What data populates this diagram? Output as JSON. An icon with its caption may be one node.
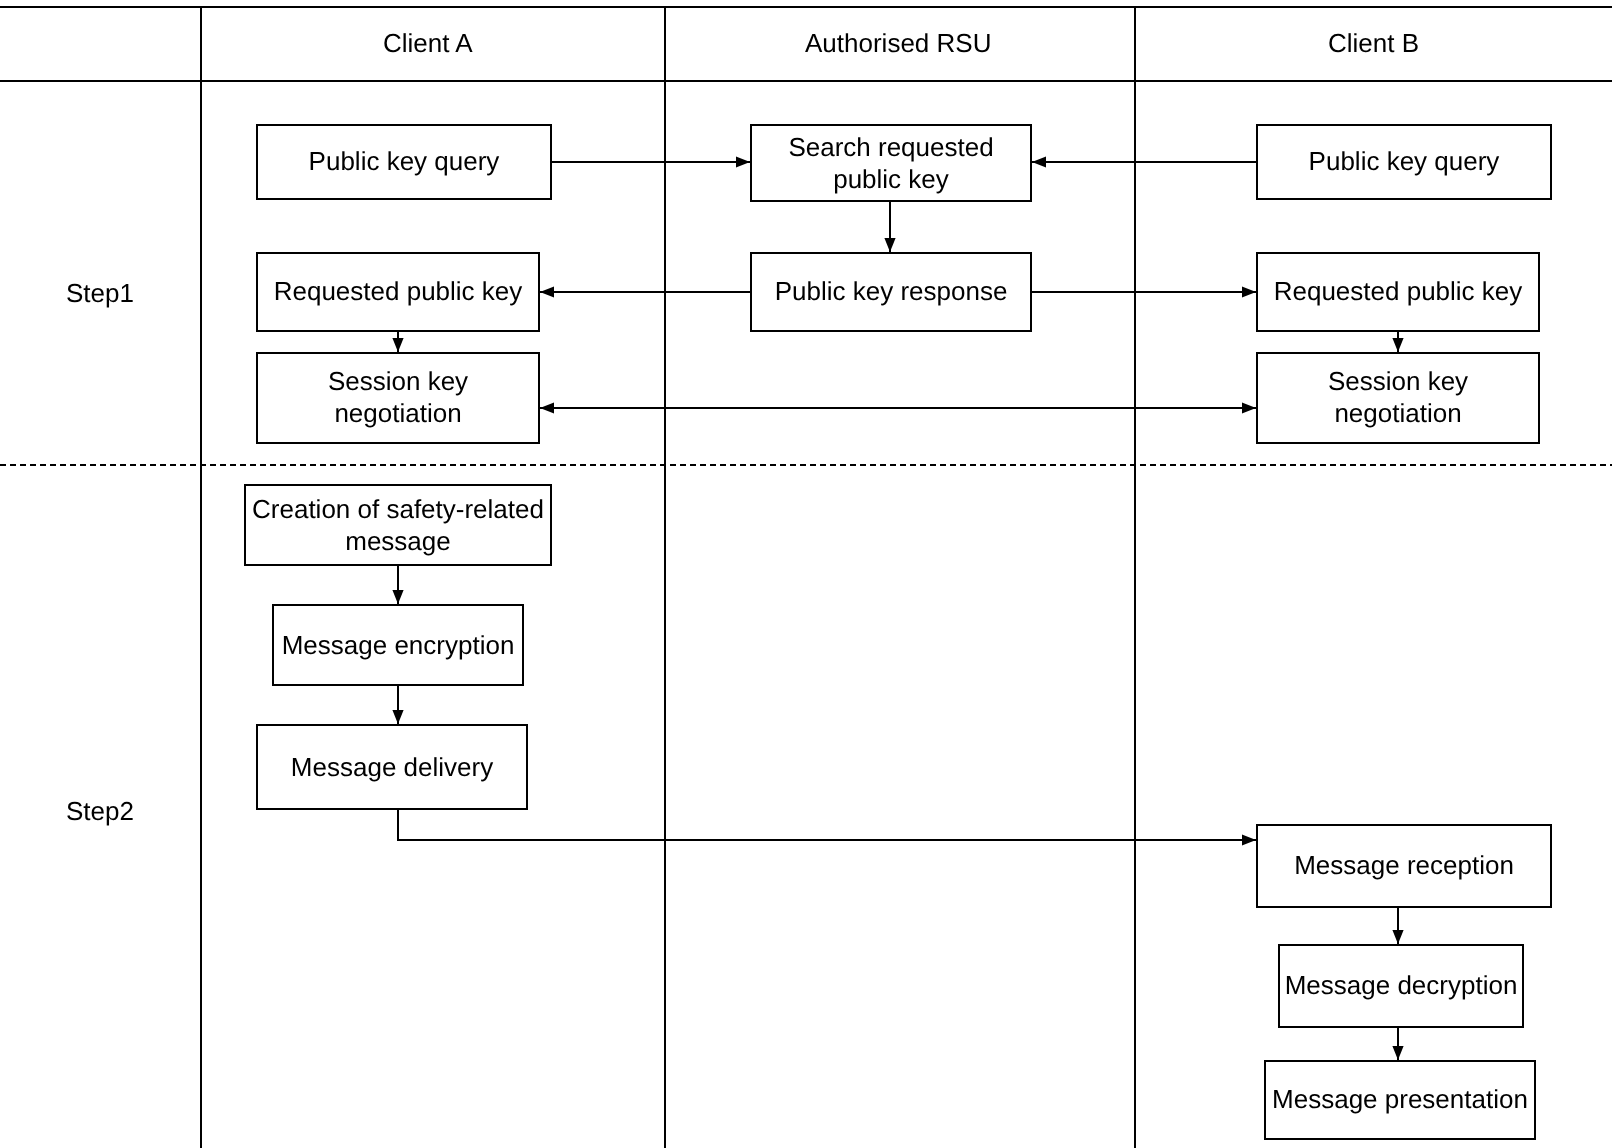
{
  "diagram": {
    "nodes": [
      {
        "text": [
          "Public key query"
        ]
      },
      {
        "text": [
          "Search requested public key"
        ]
      },
      {
        "text": [
          "Public key query"
        ]
      },
      {
        "text": [
          "Requested public key"
        ]
      },
      {
        "text": [
          "Public key response"
        ]
      },
      {
        "text": [
          "Requested public key"
        ]
      },
      {
        "text": [
          "Session key negotiation"
        ]
      },
      {
        "text": [
          "Session key negotiation"
        ]
      },
      {
        "text": [
          "Creation of safety-related message"
        ]
      },
      {
        "text": [
          "Message encryption"
        ]
      },
      {
        "text": [
          "Message delivery"
        ]
      },
      {
        "text": [
          "Message reception"
        ]
      },
      {
        "text": [
          "Message decryption"
        ]
      },
      {
        "text": [
          "Message presentation"
        ]
      }
    ],
    "edges": [
      {
        "from": 0,
        "to": 1,
        "arrow": "to"
      },
      {
        "from": 2,
        "to": 1,
        "arrow": "to"
      },
      {
        "from": 1,
        "to": 4,
        "arrow": "to"
      },
      {
        "from": 4,
        "to": 3,
        "arrow": "to"
      },
      {
        "from": 4,
        "to": 5,
        "arrow": "to"
      },
      {
        "from": 3,
        "to": 6,
        "arrow": "to"
      },
      {
        "from": 5,
        "to": 7,
        "arrow": "to"
      },
      {
        "from": 6,
        "to": 7,
        "arrow": "both"
      },
      {
        "from": 8,
        "to": 9,
        "arrow": "to"
      },
      {
        "from": 9,
        "to": 10,
        "arrow": "to"
      },
      {
        "from": 10,
        "to": 11,
        "arrow": "to"
      },
      {
        "from": 11,
        "to": 12,
        "arrow": "to"
      },
      {
        "from": 12,
        "to": 13,
        "arrow": "to"
      }
    ],
    "labels": [
      "Client A",
      "Authorised RSU",
      "Client B",
      "Step1",
      "Step2"
    ]
  }
}
